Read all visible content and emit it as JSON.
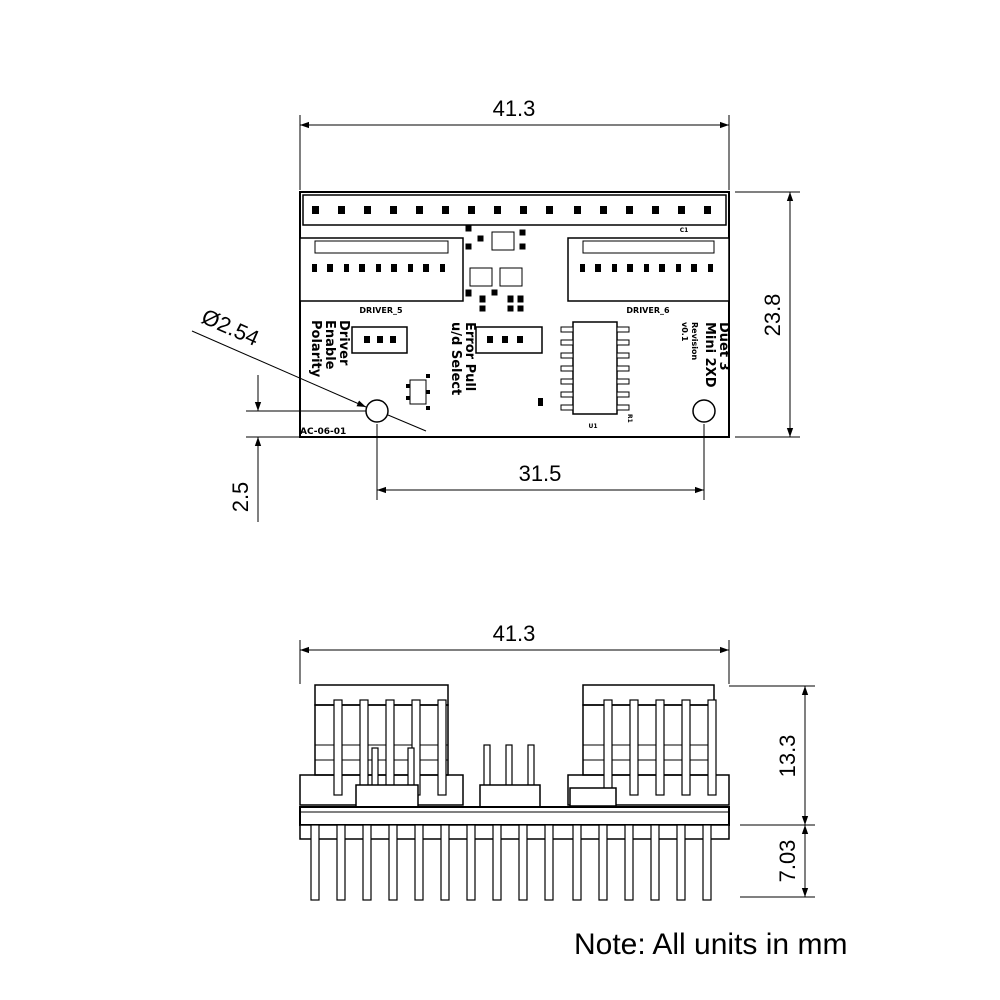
{
  "dimensions": {
    "top_width": "41.3",
    "height": "23.8",
    "hole_spacing": "31.5",
    "hole_diameter": "Ø2.54",
    "hole_offset": "2.5",
    "side_width": "41.3",
    "side_height_upper": "13.3",
    "side_height_lower": "7.03"
  },
  "board": {
    "driver_label_left": "DRIVER_5",
    "driver_label_right": "DRIVER_6",
    "driver_text": [
      "Driver",
      "Enable",
      "Polarity"
    ],
    "error_text": [
      "Error Pull",
      "u/d Select"
    ],
    "title_text": [
      "Duet 3",
      "Mini 2XD",
      "Revision",
      "v0.1"
    ],
    "part_code": "AC-06-01",
    "small_mark_u1": "U1",
    "small_mark_c1": "C1",
    "small_mark_r1": "R1"
  },
  "note": "Note: All units in mm"
}
